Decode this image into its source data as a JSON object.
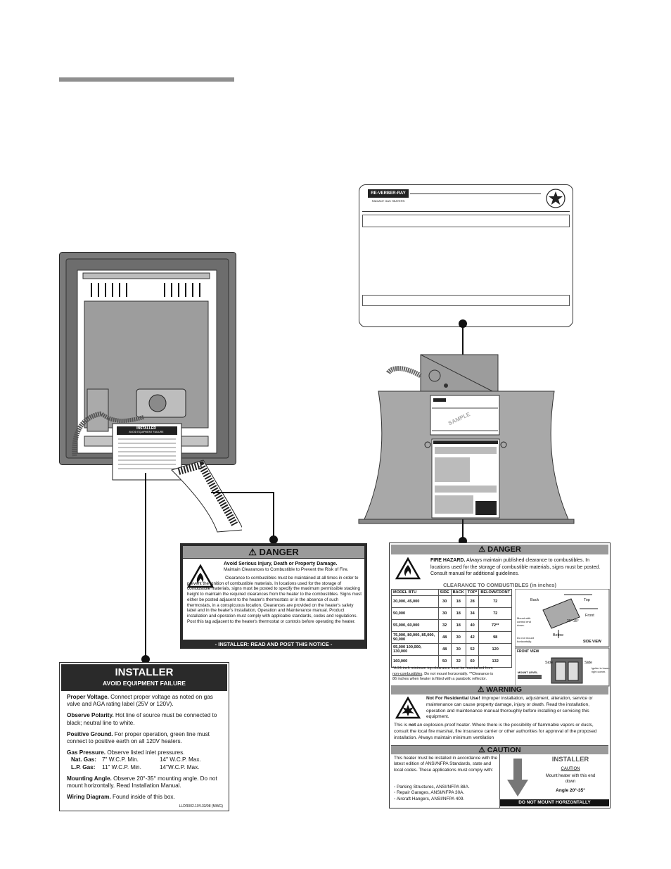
{
  "nameplate": {
    "brand": "RE-VERBER-RAY",
    "brand_sub": "RADIANT GAS HEATERS"
  },
  "heater_front": {
    "installer_tag_title": "INSTALLER",
    "installer_tag_sub": "AVOID EQUIPMENT FAILURE"
  },
  "heater_right": {
    "sample_label": "SAMPLE"
  },
  "danger_small": {
    "header": "DANGER",
    "lead_bold": "Avoid Serious Injury, Death or Property Damage.",
    "lead_sub": "Maintain Clearances to Combustible to Prevent the Risk of Fire.",
    "body": "Clearance to combustibles must be maintained at all times in order to prevent the ignition of combustible materials. In locations used for the storage of combustible materials, signs must be posted to specify the maximum permissible stacking height to maintain the required clearances from the heater to the combustibles. Signs must either be posted adjacent to the heater's thermostats or in the absence of such thermostats, in a conspicuous location. Clearances are provided on the heater's safety label and in the heater's Installation, Operation and Maintenance manual. Product installation and operation must comply with applicable standards, codes and regulations. Post this tag adjacent to the heater's thermostat or controls before operating the heater.",
    "footer": "- INSTALLER: READ AND POST THIS NOTICE -"
  },
  "installer_tag": {
    "title": "INSTALLER",
    "subtitle": "AVOID EQUIPMENT FAILURE",
    "items": [
      {
        "bold": "Proper Voltage.",
        "text": " Connect proper voltage as noted on gas valve and AGA rating label (25V or 120V)."
      },
      {
        "bold": "Observe Polarity.",
        "text": " Hot line of source must be connected to black; neutral line to white."
      },
      {
        "bold": "Positive Ground.",
        "text": " For proper operation, green line must connect to positive earth on all 120V heaters."
      },
      {
        "bold": "Gas Pressure.",
        "text": " Observe listed inlet pressures."
      }
    ],
    "gas_rows": [
      {
        "label": "Nat. Gas:",
        "min": "7\" W.C.P. Min.",
        "max": "14\" W.C.P. Max."
      },
      {
        "label": "L.P. Gas:",
        "min": "11\" W.C.P. Min.",
        "max": "14\"W.C.P. Max."
      }
    ],
    "mounting_bold": "Mounting Angle.",
    "mounting_text": " Observe 20°-35° mounting angle. Do not mount horizontally. Read Installation Manual.",
    "wiring_bold": "Wiring Diagram.",
    "wiring_text": " Found inside of this box.",
    "code": "LLDR002.10V.33/08 (MWG)"
  },
  "safety_label": {
    "danger_header": "DANGER",
    "fire_bold": "FIRE HAZARD.",
    "fire_text": " Always maintain published clearance to combustibles. In locations used for the storage of combustible materials, signs must be posted. Consult manual for additional guidelines.",
    "table_title": "CLEARANCE TO COMBUSTIBLES (in inches)",
    "columns": [
      "MODEL BTU",
      "SIDE",
      "BACK",
      "TOP*",
      "BELOW/FRONT"
    ],
    "rows": [
      [
        "30,000, 45,000",
        "30",
        "18",
        "28",
        "72"
      ],
      [
        "50,000",
        "30",
        "18",
        "34",
        "72"
      ],
      [
        "55,000, 60,000",
        "32",
        "18",
        "40",
        "72**"
      ],
      [
        "75,000, 80,000, 85,000, 90,000",
        "48",
        "30",
        "42",
        "98"
      ],
      [
        "95,000 100,000, 130,000",
        "48",
        "30",
        "52",
        "120"
      ],
      [
        "160,000",
        "50",
        "32",
        "60",
        "132"
      ]
    ],
    "footnote_1": "*A 24-inch minimum top clearance must be maintained from",
    "footnote_2u": "non-combustibles",
    "footnote_2": ". Do not mount horizontally. **Clearance is",
    "footnote_3": "86 inches when heater is fitted with a parabolic reflector.",
    "side_view": {
      "back": "Back",
      "top": "Top",
      "front": "Front",
      "below": "Below",
      "angle": "20°-35°",
      "mount_note": "Mount with control end down.",
      "no_horiz": "Do not mount horizontally.",
      "caption": "SIDE VIEW"
    },
    "front_view": {
      "caption": "FRONT VIEW",
      "side_left": "Side",
      "side_right": "Side",
      "mount_level": "MOUNT LEVEL",
      "igniter": "Igniter in lower-right corner."
    },
    "warning_header": "WARNING",
    "warning_bold": "Not For Residential Use!",
    "warning_text": " Improper installation, adjustment, alteration, service or maintenance can cause property damage, injury or death. Read the installation, operation and maintenance manual thoroughly before installing or servicing this equipment.",
    "warning_text2a": "This is ",
    "warning_text2b": "not",
    "warning_text2c": " an explosion-proof heater. Where there is the possibility of flammable vapors or dusts, consult the local fire marshal, fire insurance carrier or other authorities for approval of the proposed installation. Always maintain minimum ventilation",
    "caution_header": "CAUTION",
    "caution_text": "This heater must be installed in accordance with the latest edition of ANSI/NFPA Standards, state and local codes. These applications must comply with:",
    "caution_items": [
      "◦ Parking Structures, ANSI/NFPA 88A.",
      "◦ Repair Garages, ANSI/NFPA 30A.",
      "◦ Aircraft Hangers, ANSI/NFPA 409."
    ],
    "installer_title": "INSTALLER",
    "installer_caution": "CAUTION",
    "installer_mount": "Mount heater with this end down",
    "installer_angle": "Angle 20°-35°",
    "installer_footer": "DO NOT MOUNT HORIZONTALLY"
  }
}
